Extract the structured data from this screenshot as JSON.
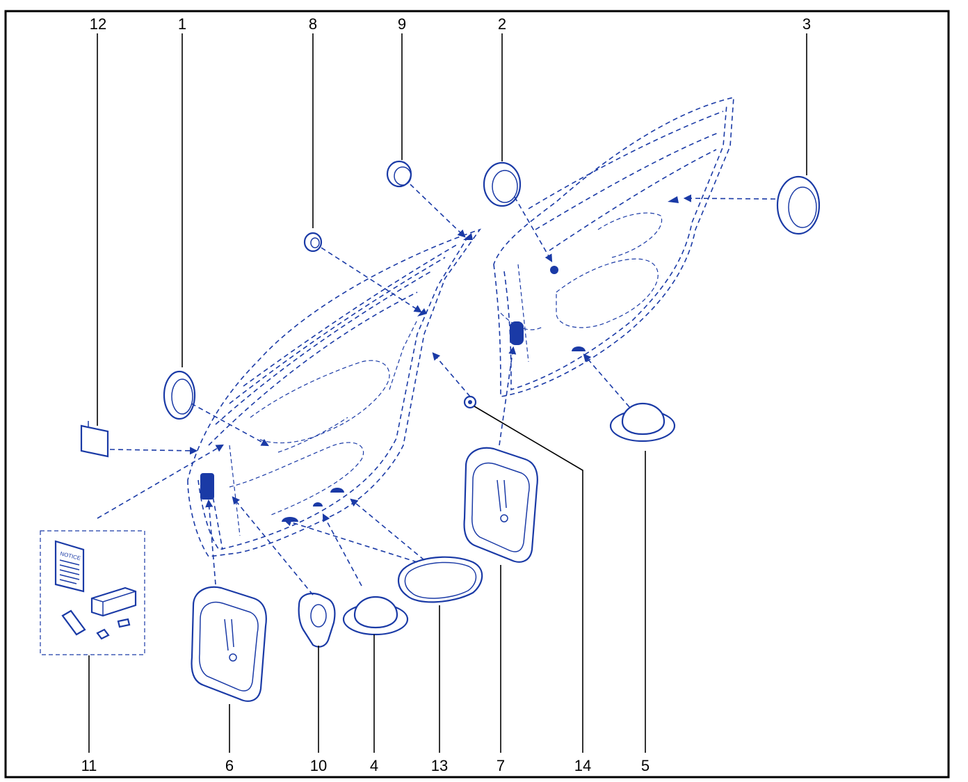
{
  "diagram": {
    "callouts": [
      {
        "id": "12",
        "label": "12"
      },
      {
        "id": "1",
        "label": "1"
      },
      {
        "id": "8",
        "label": "8"
      },
      {
        "id": "9",
        "label": "9"
      },
      {
        "id": "2",
        "label": "2"
      },
      {
        "id": "3",
        "label": "3"
      },
      {
        "id": "11",
        "label": "11"
      },
      {
        "id": "6",
        "label": "6"
      },
      {
        "id": "10",
        "label": "10"
      },
      {
        "id": "4",
        "label": "4"
      },
      {
        "id": "13",
        "label": "13"
      },
      {
        "id": "7",
        "label": "7"
      },
      {
        "id": "14",
        "label": "14"
      },
      {
        "id": "5",
        "label": "5"
      }
    ],
    "kit_notice_label": "NOTICE",
    "colors": {
      "line": "#1a3aa6",
      "frame": "#000000",
      "background": "#ffffff"
    }
  }
}
